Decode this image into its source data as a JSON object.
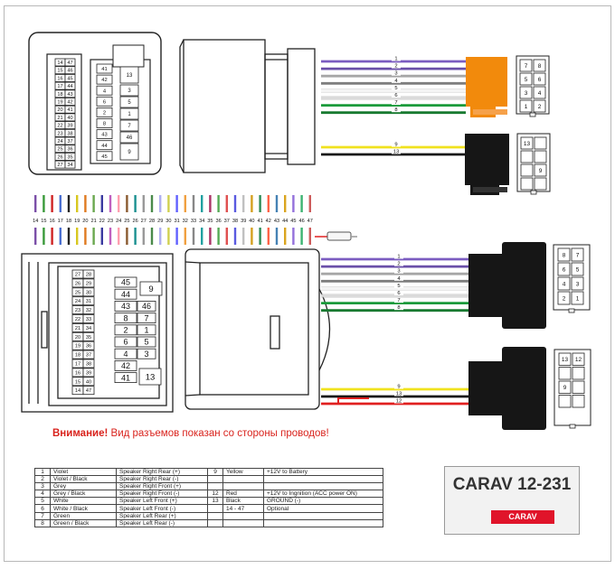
{
  "top_connector": {
    "left_pins": [
      "14",
      "15",
      "16",
      "17",
      "18",
      "19",
      "20",
      "21",
      "22",
      "23",
      "24",
      "25",
      "26",
      "27"
    ],
    "right_pins": [
      "47",
      "46",
      "45",
      "44",
      "43",
      "42",
      "41",
      "40",
      "39",
      "38",
      "37",
      "36",
      "35",
      "34"
    ],
    "center_pins": [
      "41",
      "42",
      "4",
      "6",
      "2",
      "8",
      "43",
      "44",
      "45"
    ],
    "right_col_pins": [
      "13",
      "3",
      "5",
      "1",
      "7",
      "46",
      "9"
    ]
  },
  "mid_pins": [
    "14",
    "15",
    "16",
    "17",
    "18",
    "19",
    "20",
    "21",
    "22",
    "23",
    "24",
    "25",
    "26",
    "27",
    "28",
    "29",
    "30",
    "31",
    "32",
    "33",
    "34",
    "35",
    "36",
    "37",
    "38",
    "39",
    "40",
    "41",
    "42",
    "43",
    "44",
    "45",
    "46",
    "47"
  ],
  "mid_wire_colors": [
    "#7b4fa8",
    "#3a9a3a",
    "#cf2323",
    "#4a6fd0",
    "#222222",
    "#d8c820",
    "#e07a20",
    "#6aa84f",
    "#3a3aa0",
    "#c060c0",
    "#ff9fb0",
    "#8a5a30",
    "#1a9090",
    "#999999",
    "#4a8a4a",
    "#b0b0f0",
    "#d0d050",
    "#6060ff",
    "#f0a040",
    "#888888",
    "#20a0a0",
    "#aa3366",
    "#55aa55",
    "#e05050",
    "#5a5ae0",
    "#c0c0c0",
    "#d4a020",
    "#2e8b57",
    "#ff6347",
    "#4682b4",
    "#daa520",
    "#9370db",
    "#3cb371",
    "#cd5c5c"
  ],
  "top_wires": [
    {
      "num": "1",
      "color": "#7b5cc0"
    },
    {
      "num": "2",
      "color": "#6a4fa8"
    },
    {
      "num": "3",
      "color": "#a6a6a6"
    },
    {
      "num": "4",
      "color": "#7e7e7e"
    },
    {
      "num": "5",
      "color": "#f4f4f4"
    },
    {
      "num": "6",
      "color": "#d8d8d8"
    },
    {
      "num": "7",
      "color": "#1a9a3a"
    },
    {
      "num": "8",
      "color": "#187a30"
    }
  ],
  "power_wires_top": [
    {
      "num": "9",
      "color": "#f0e21e"
    },
    {
      "num": "13",
      "color": "#141414"
    }
  ],
  "bottom_wires": [
    {
      "num": "1",
      "color": "#7b5cc0"
    },
    {
      "num": "2",
      "color": "#6a4fa8"
    },
    {
      "num": "3",
      "color": "#a6a6a6"
    },
    {
      "num": "4",
      "color": "#7e7e7e"
    },
    {
      "num": "5",
      "color": "#f4f4f4"
    },
    {
      "num": "6",
      "color": "#d8d8d8"
    },
    {
      "num": "7",
      "color": "#1a9a3a"
    },
    {
      "num": "8",
      "color": "#187a30"
    }
  ],
  "power_wires_bottom": [
    {
      "num": "9",
      "color": "#f0e21e"
    },
    {
      "num": "13",
      "color": "#141414"
    },
    {
      "num": "12",
      "color": "#e02020"
    }
  ],
  "pinout_8": [
    [
      "7",
      "8"
    ],
    [
      "5",
      "6"
    ],
    [
      "3",
      "4"
    ],
    [
      "1",
      "2"
    ]
  ],
  "pinout_13": [
    [
      "13",
      ""
    ],
    [
      "",
      ""
    ],
    [
      "",
      "9"
    ],
    [
      "",
      ""
    ]
  ],
  "pinout_8b": [
    [
      "8",
      "7"
    ],
    [
      "6",
      "5"
    ],
    [
      "4",
      "3"
    ],
    [
      "2",
      "1"
    ]
  ],
  "pinout_13b": [
    [
      "13",
      "12"
    ],
    [
      "",
      ""
    ],
    [
      "9",
      ""
    ],
    [
      "",
      ""
    ]
  ],
  "bottom_connector": {
    "left_pins": [
      [
        "27",
        "28"
      ],
      [
        "26",
        "29"
      ],
      [
        "25",
        "30"
      ],
      [
        "24",
        "31"
      ],
      [
        "23",
        "32"
      ],
      [
        "22",
        "33"
      ],
      [
        "21",
        "34"
      ],
      [
        "20",
        "35"
      ],
      [
        "19",
        "36"
      ],
      [
        "18",
        "37"
      ],
      [
        "17",
        "38"
      ],
      [
        "16",
        "39"
      ],
      [
        "15",
        "40"
      ],
      [
        "14",
        "47"
      ]
    ],
    "center_pins": [
      [
        "45",
        ""
      ],
      [
        "44",
        ""
      ],
      [
        "43",
        "46"
      ],
      [
        "8",
        "7"
      ],
      [
        "2",
        "1"
      ],
      [
        "6",
        "5"
      ],
      [
        "4",
        "3"
      ],
      [
        "42",
        ""
      ],
      [
        "41",
        ""
      ]
    ],
    "side_pins": [
      "9",
      "13"
    ]
  },
  "warning": {
    "bold": "Внимание!",
    "text": " Вид разъемов показан со стороны проводов!"
  },
  "table": [
    [
      "1",
      "Violet",
      "Speaker Right Rear (+)",
      "9",
      "Yellow",
      "+12V to Battery"
    ],
    [
      "2",
      "Violet / Black",
      "Speaker Right Rear (-)",
      "",
      "",
      ""
    ],
    [
      "3",
      "Grey",
      "Speaker Right Front (+)",
      "",
      "",
      ""
    ],
    [
      "4",
      "Grey / Black",
      "Speaker Right Front (-)",
      "12",
      "Red",
      "+12V to Ingnition (ACC power ON)"
    ],
    [
      "5",
      "White",
      "Speaker Left Front (+)",
      "13",
      "Black",
      "GROUND (-)"
    ],
    [
      "6",
      "White / Black",
      "Speaker Left Front (-)",
      "",
      "14 - 47",
      "Optional"
    ],
    [
      "7",
      "Green",
      "Speaker Left Rear (+)",
      "",
      "",
      ""
    ],
    [
      "8",
      "Green / Black",
      "Speaker Left Rear (-)",
      "",
      "",
      ""
    ]
  ],
  "model": "CARAV 12-231",
  "brand": "CARAV",
  "colors": {
    "orange": "#f28a0c",
    "warning_red": "#d9231d",
    "brand_red": "#e0142a"
  }
}
